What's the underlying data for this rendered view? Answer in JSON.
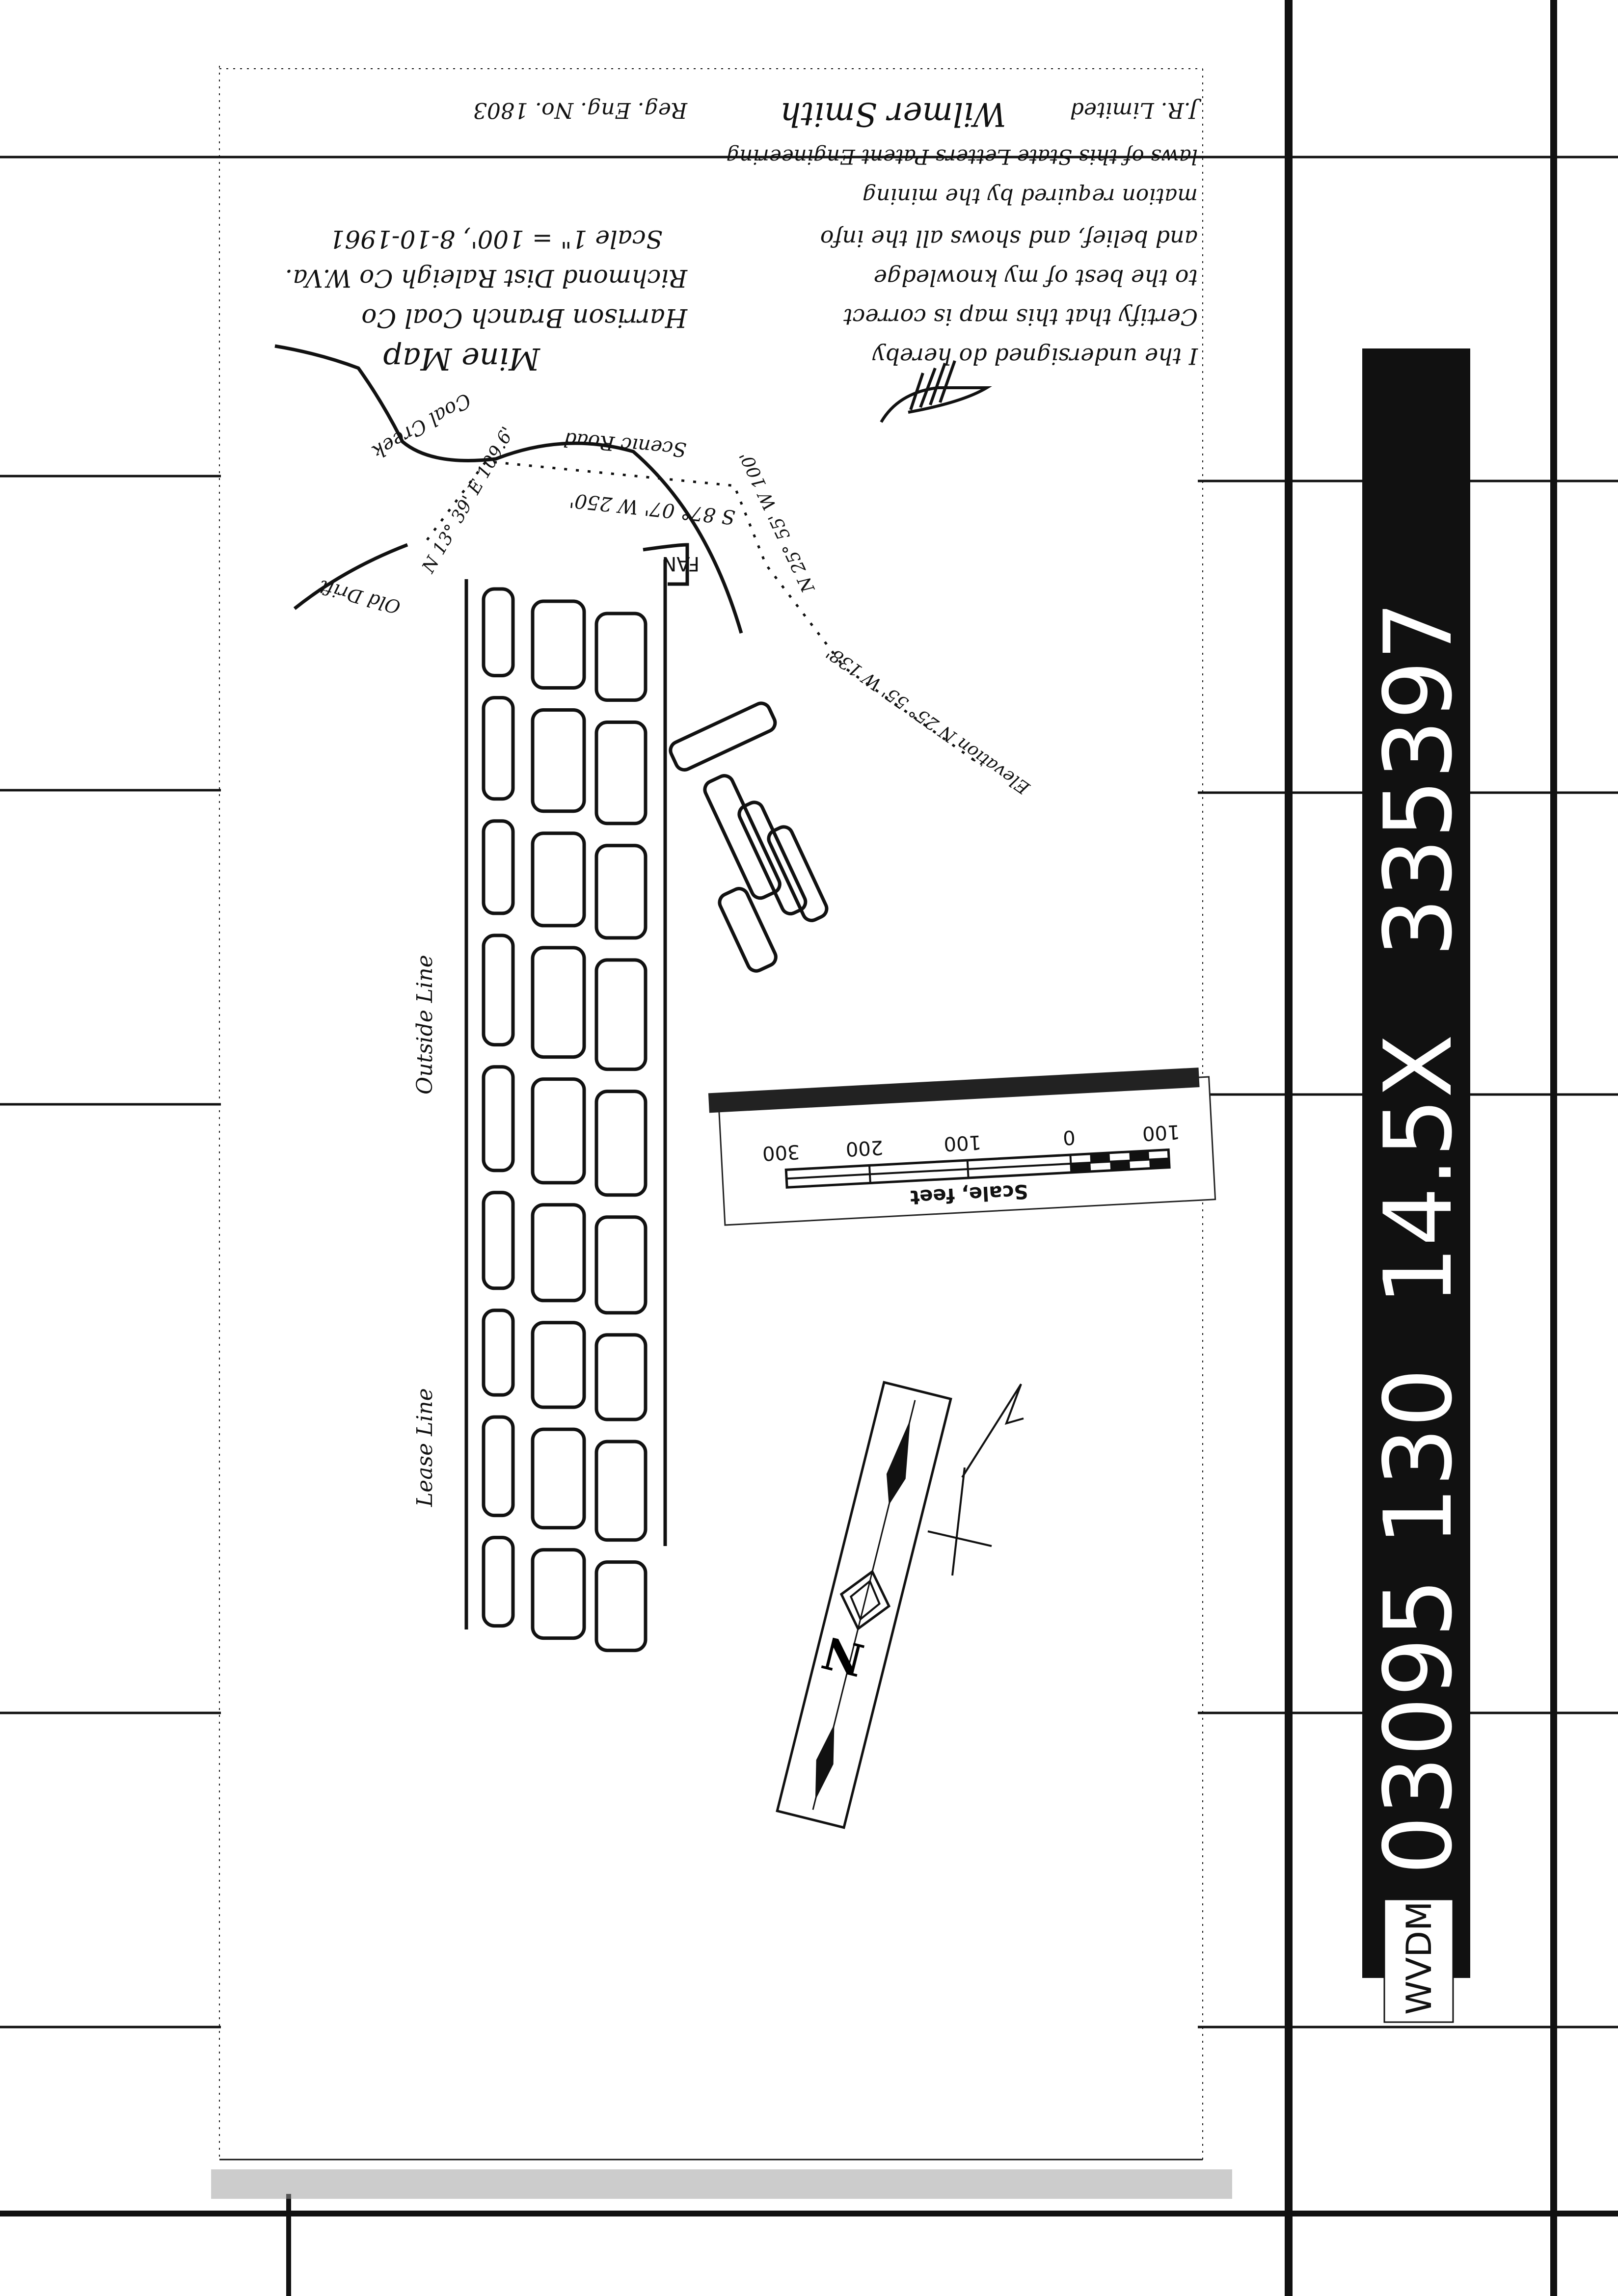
{
  "certificate": {
    "lines": [
      "I the undersigned do hereby",
      "Certify that this map is correct",
      "to the best of my knowledge",
      "and belief, and shows all the info",
      "mation required by the mining",
      "laws of this State Letters Patent Engineering"
    ],
    "signature": "Wilmer Smith",
    "reg_no": "Reg. Eng. No. 1803",
    "witness": "J.R. Limited"
  },
  "title_block": {
    "title": "Mine Map",
    "company": "Harrison Branch Coal Co",
    "location": "Richmond Dist Raleigh Co W.Va.",
    "scale_date": "Scale 1\" = 100', 8-10-1961"
  },
  "map_labels": {
    "creek": "Coal Creek",
    "road": "Scenic Road",
    "bearing_top": "S 87° 07' W 250'",
    "bearing_left": "N 13° 39' E 109.6'",
    "bearing_right": "N 25° 55' W 100'",
    "bearing_far": "Elevation N 25° 55' W 138'",
    "outcrop": "Old Drift",
    "fan": "FAN",
    "outside_line": "Outside Line",
    "lease_line": "Lease Line"
  },
  "scale_bar": {
    "label": "Scale, feet",
    "ticks": [
      "100",
      "0",
      "100",
      "200",
      "300"
    ]
  },
  "north_arrow": {
    "letter": "N"
  },
  "film_strip": {
    "groups": [
      "03095",
      "130",
      "14.5X",
      "335397"
    ],
    "tag": "WVDM"
  }
}
